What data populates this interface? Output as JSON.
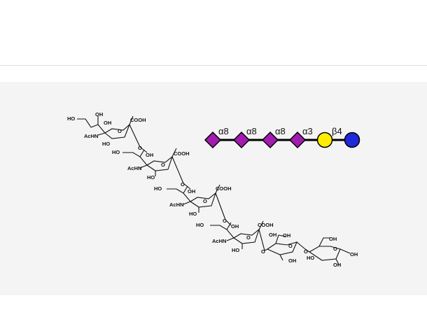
{
  "colors": {
    "background": "#ffffff",
    "panel": "#f4f4f4",
    "divider": "#dcdcdc",
    "neuac": "#a21caf",
    "galactose": "#ffee00",
    "glucose": "#1f2ad9",
    "bond": "#000000"
  },
  "glycan": {
    "residues": [
      {
        "name": "neuac-diamond",
        "shape": "diamond"
      },
      {
        "name": "neuac-diamond",
        "shape": "diamond"
      },
      {
        "name": "neuac-diamond",
        "shape": "diamond"
      },
      {
        "name": "neuac-diamond",
        "shape": "diamond"
      },
      {
        "name": "galactose-circle",
        "shape": "circle"
      },
      {
        "name": "glucose-circle",
        "shape": "circle"
      }
    ],
    "linkages": [
      "α8",
      "α8",
      "α8",
      "α3",
      "β4"
    ]
  },
  "structure": {
    "oh": "OH",
    "ho": "HO",
    "cooh": "COOH",
    "achn": "AcHN",
    "o": "O"
  }
}
